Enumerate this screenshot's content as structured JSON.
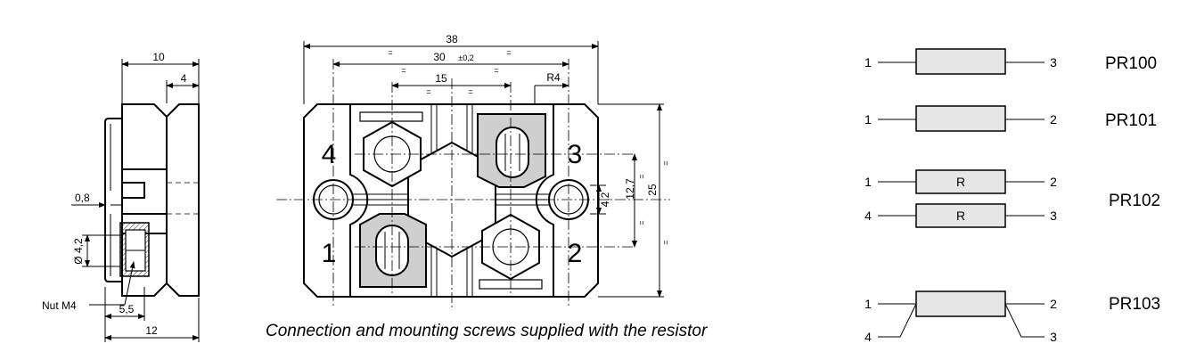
{
  "side_view": {
    "dim_total_top": "10",
    "dim_inner_top": "4",
    "dim_gap": "0,8",
    "dim_diameter": "Ø 4,2",
    "dim_nut_offset": "5,5",
    "dim_total_bottom": "12",
    "nut_label": "Nut M4"
  },
  "top_view": {
    "dim_width": "38",
    "dim_pitch": "30",
    "dim_pitch_tol": "±0,2",
    "dim_half": "15",
    "dim_radius": "R4",
    "dim_hole": "4,2",
    "dim_vpitch": "12,7",
    "dim_height": "25",
    "equal_mark": "=",
    "terminals": [
      "1",
      "2",
      "3",
      "4"
    ]
  },
  "caption": "Connection and mounting screws supplied with the resistor",
  "schematics": [
    {
      "model": "PR100",
      "pins": [
        "1",
        "3"
      ]
    },
    {
      "model": "PR101",
      "pins": [
        "1",
        "2"
      ]
    },
    {
      "model": "PR102",
      "pins": [
        "1",
        "2",
        "4",
        "3"
      ],
      "element_label": "R"
    },
    {
      "model": "PR103",
      "pins": [
        "1",
        "2",
        "4",
        "3"
      ]
    }
  ],
  "colors": {
    "line": "#000000",
    "fill_light": "#e6e6e6",
    "fill_grey": "#cfcfcf"
  }
}
